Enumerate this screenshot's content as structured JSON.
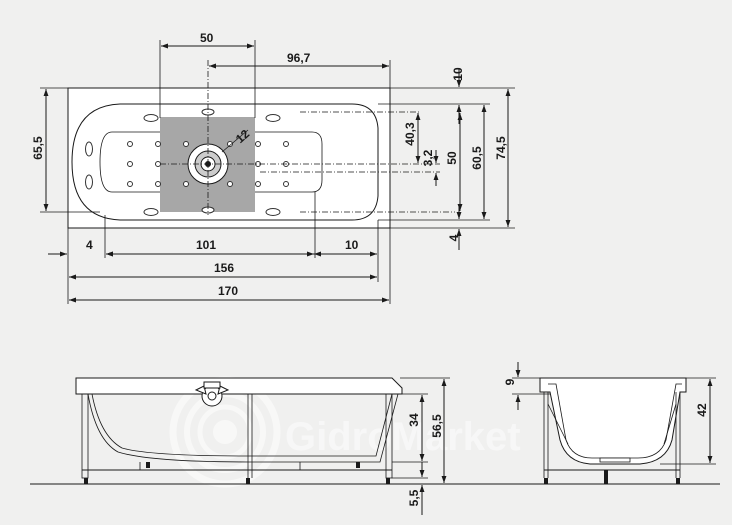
{
  "dimensions": {
    "top_50": "50",
    "top_96_7": "96,7",
    "right_10": "10",
    "right_40_3": "40,3",
    "right_3_2": "3,2",
    "right_50": "50",
    "right_60_5": "60,5",
    "right_74_5": "74,5",
    "right_4": "4",
    "left_65_5": "65,5",
    "angle_12": "12",
    "bottom_4": "4",
    "bottom_101": "101",
    "bottom_10": "10",
    "bottom_156": "156",
    "bottom_170": "170",
    "side_34": "34",
    "side_56_5": "56,5",
    "side_5_5": "5,5",
    "end_9": "9",
    "end_42": "42"
  },
  "watermark": {
    "text": "GidroMarket"
  },
  "colors": {
    "background": "#f0f0ef",
    "plate": "#a7a7a7",
    "line": "#1a1a1a"
  }
}
